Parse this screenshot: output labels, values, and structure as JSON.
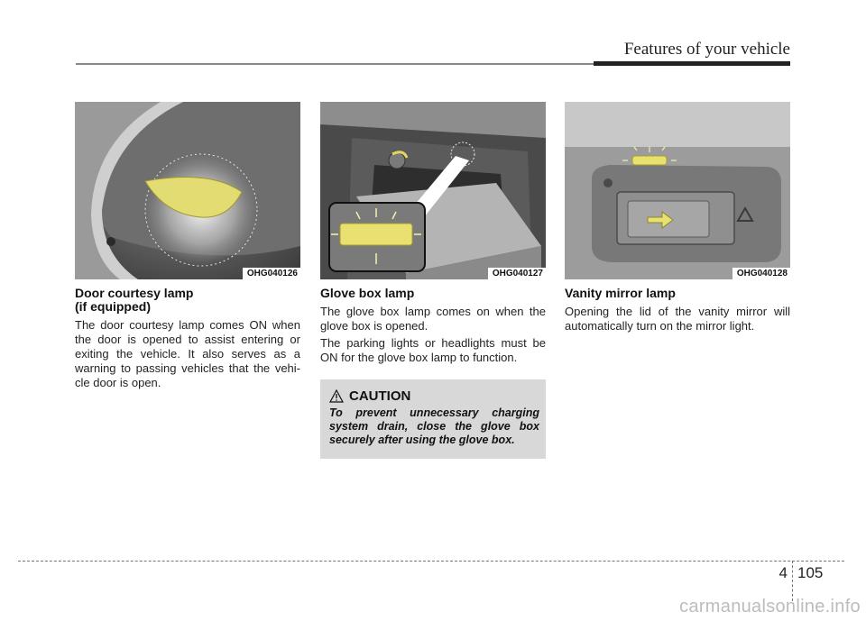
{
  "header": {
    "title": "Features of your vehicle"
  },
  "sections": [
    {
      "image_code": "OHG040126",
      "title_line1": "Door courtesy lamp",
      "title_line2": "(if equipped)",
      "paragraphs": [
        "The door courtesy lamp comes ON when the door is opened to assist entering or exiting the vehicle. It also serves as a warning to passing vehicles that the vehi-cle door is open."
      ]
    },
    {
      "image_code": "OHG040127",
      "title_line1": "Glove box lamp",
      "paragraphs": [
        "The glove box lamp comes on when the glove box is opened.",
        "The parking lights or headlights must be ON for the glove box lamp to function."
      ],
      "caution": {
        "title": "CAUTION",
        "text": "To prevent unnecessary charging system drain, close the glove box securely after using the glove box."
      }
    },
    {
      "image_code": "OHG040128",
      "title_line1": "Vanity mirror lamp",
      "paragraphs": [
        "Opening the lid of the vanity mirror will automatically turn on the mirror light."
      ]
    }
  ],
  "footer": {
    "chapter": "4",
    "page": "105"
  },
  "watermark": "carmanualsonline.info",
  "colors": {
    "lamp_glow": "#e8e070",
    "caution_bg": "#d8d8d8",
    "rule": "#222222"
  }
}
